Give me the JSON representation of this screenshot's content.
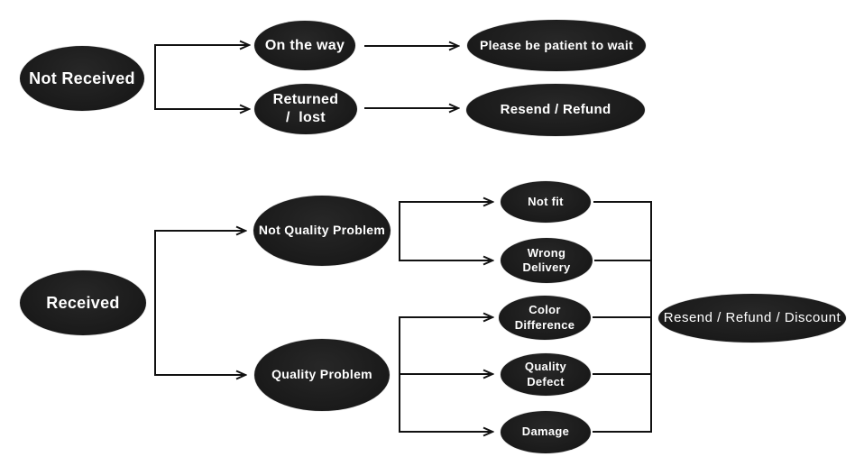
{
  "colors": {
    "background": "#ffffff",
    "node_fill": "#1a1a1a",
    "node_text": "#ffffff",
    "line": "#111111"
  },
  "diagram": {
    "type": "flowchart",
    "topic": "order status resolution flow",
    "nodes": {
      "not_received": {
        "label": "Not Received"
      },
      "on_the_way": {
        "label": "On the way"
      },
      "returned_lost": {
        "line1": "Returned",
        "line2": "/  lost"
      },
      "please_be_patient": {
        "label": "Please be patient to wait"
      },
      "resend_refund": {
        "label": "Resend / Refund"
      },
      "received": {
        "label": "Received"
      },
      "not_quality_problem": {
        "label": "Not Quality Problem"
      },
      "quality_problem": {
        "label": "Quality Problem"
      },
      "not_fit": {
        "label": "Not fit"
      },
      "wrong_delivery": {
        "line1": "Wrong",
        "line2": "Delivery"
      },
      "color_difference": {
        "line1": "Color",
        "line2": "Difference"
      },
      "quality_defect": {
        "line1": "Quality",
        "line2": "Defect"
      },
      "damage": {
        "label": "Damage"
      },
      "resend_refund_discount": {
        "label": "Resend / Refund / Discount"
      }
    },
    "edges": [
      {
        "from": "not_received",
        "to": "on_the_way"
      },
      {
        "from": "not_received",
        "to": "returned_lost"
      },
      {
        "from": "on_the_way",
        "to": "please_be_patient"
      },
      {
        "from": "returned_lost",
        "to": "resend_refund"
      },
      {
        "from": "received",
        "to": "not_quality_problem"
      },
      {
        "from": "received",
        "to": "quality_problem"
      },
      {
        "from": "not_quality_problem",
        "to": "not_fit"
      },
      {
        "from": "not_quality_problem",
        "to": "wrong_delivery"
      },
      {
        "from": "quality_problem",
        "to": "color_difference"
      },
      {
        "from": "quality_problem",
        "to": "quality_defect"
      },
      {
        "from": "quality_problem",
        "to": "damage"
      },
      {
        "from": "not_fit",
        "to": "resend_refund_discount"
      },
      {
        "from": "wrong_delivery",
        "to": "resend_refund_discount"
      },
      {
        "from": "color_difference",
        "to": "resend_refund_discount"
      },
      {
        "from": "quality_defect",
        "to": "resend_refund_discount"
      },
      {
        "from": "damage",
        "to": "resend_refund_discount"
      }
    ]
  }
}
